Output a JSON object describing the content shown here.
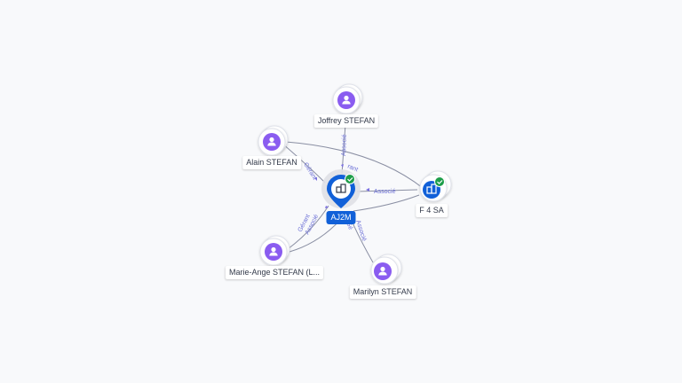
{
  "graph": {
    "center": {
      "label": "AJ2M",
      "icon": "company-building-icon",
      "verified": true
    },
    "company": {
      "label": "F 4 SA",
      "icon": "company-building-icon",
      "verified": true
    },
    "persons": [
      {
        "id": "joffrey",
        "label": "Joffrey STEFAN",
        "icon": "person-icon"
      },
      {
        "id": "alain",
        "label": "Alain STEFAN",
        "icon": "person-icon"
      },
      {
        "id": "marie",
        "label": "Marie-Ange STEFAN (L...",
        "icon": "person-icon"
      },
      {
        "id": "marilyn",
        "label": "Marilyn STEFAN",
        "icon": "person-icon"
      }
    ],
    "edge_labels": {
      "joffrey": "Associé",
      "alain": "Gérant",
      "alain_near": "rant",
      "f4sa": "Associé",
      "marie_1": "Gérant",
      "marie_2": "Associé",
      "marilyn_1": "Associé",
      "marilyn_2": "Gé"
    }
  },
  "colors": {
    "person": "#8a5cf0",
    "company": "#1160d8",
    "verified": "#1e9e4a",
    "edge": "#8a8fa3",
    "edge_label": "#6b6fd6"
  }
}
